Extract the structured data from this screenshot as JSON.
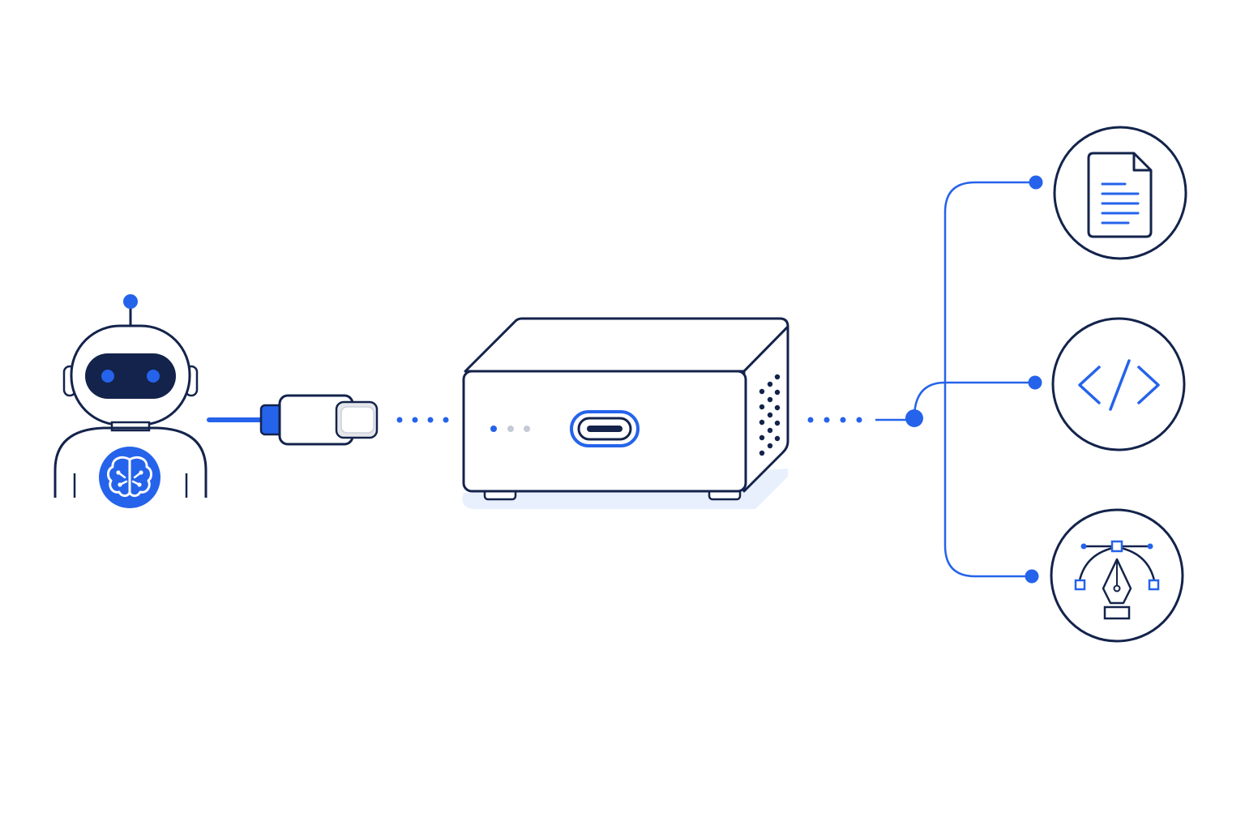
{
  "diagram": {
    "type": "architecture-flow",
    "nodes": [
      {
        "id": "ai-agent",
        "icon": "robot-icon",
        "badge_icon": "brain-icon"
      },
      {
        "id": "connector",
        "icon": "usb-c-plug-icon"
      },
      {
        "id": "hub-device",
        "icon": "usb-c-port-icon"
      },
      {
        "id": "document-resource",
        "icon": "document-icon"
      },
      {
        "id": "code-resource",
        "icon": "code-icon"
      },
      {
        "id": "design-resource",
        "icon": "pen-tool-icon"
      }
    ],
    "edges": [
      {
        "from": "ai-agent",
        "to": "connector"
      },
      {
        "from": "connector",
        "to": "hub-device"
      },
      {
        "from": "hub-device",
        "to": "document-resource"
      },
      {
        "from": "hub-device",
        "to": "code-resource"
      },
      {
        "from": "hub-device",
        "to": "design-resource"
      }
    ]
  },
  "colors": {
    "navy": "#13234b",
    "blue": "#2563eb",
    "light_blue": "#e8f0fd",
    "gray_dot": "#c4cad6",
    "background": "#ffffff"
  }
}
